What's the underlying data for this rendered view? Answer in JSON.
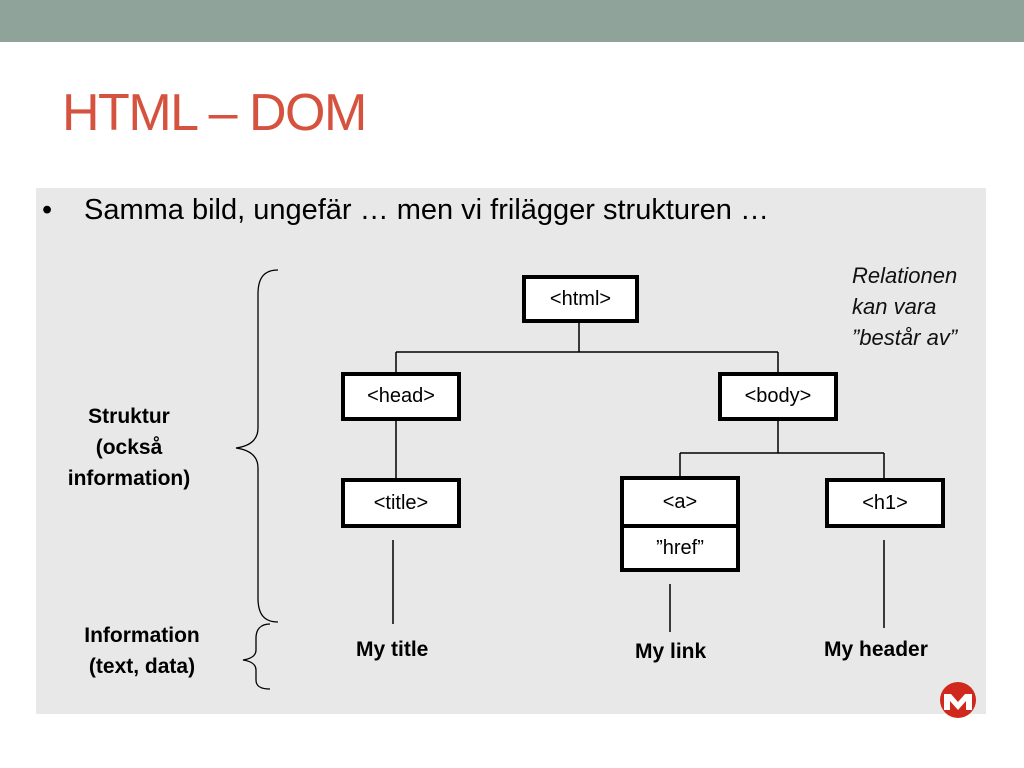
{
  "colors": {
    "top_bar": "#8fa39a",
    "title": "#d5523f",
    "panel_bg": "#e8e8e8",
    "logo": "#d0281c"
  },
  "slide": {
    "title": "HTML – DOM"
  },
  "bullet": {
    "symbol": "•",
    "text": "Samma bild, ungefär … men vi frilägger strukturen …"
  },
  "labels": {
    "structure": [
      "Struktur",
      "(också",
      "information)"
    ],
    "information": [
      "Information",
      "(text, data)"
    ],
    "relation": [
      "Relationen",
      "kan vara",
      "”består av”"
    ]
  },
  "tree": {
    "html": "<html>",
    "head": "<head>",
    "body": "<body>",
    "title": "<title>",
    "a": "<a>",
    "href": "”href”",
    "h1": "<h1>"
  },
  "leaves": {
    "title": "My title",
    "link": "My link",
    "header": "My header"
  },
  "logo_icon": "university-logo-icon"
}
